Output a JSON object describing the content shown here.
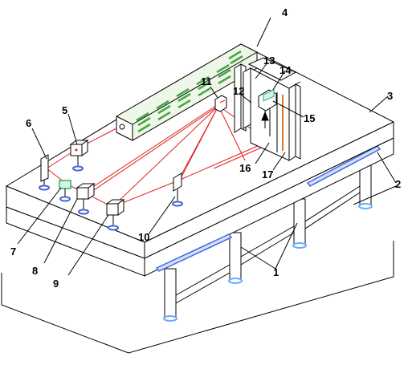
{
  "colors": {
    "line": "#000000",
    "laser": "#e02020",
    "leg_blue": "#6aa9ff",
    "rail": "#4a63d8",
    "lens_green": "#2fb36a",
    "laser_body": "#e8f5df",
    "laser_stripe": "#46a846"
  },
  "labels": {
    "n1": "1",
    "n2": "2",
    "n3": "3",
    "n4": "4",
    "n5": "5",
    "n6": "6",
    "n7": "7",
    "n8": "8",
    "n9": "9",
    "n10": "10",
    "n11": "11",
    "n12": "12",
    "n13": "13",
    "n14": "14",
    "n15": "15",
    "n16": "16",
    "n17": "17"
  }
}
